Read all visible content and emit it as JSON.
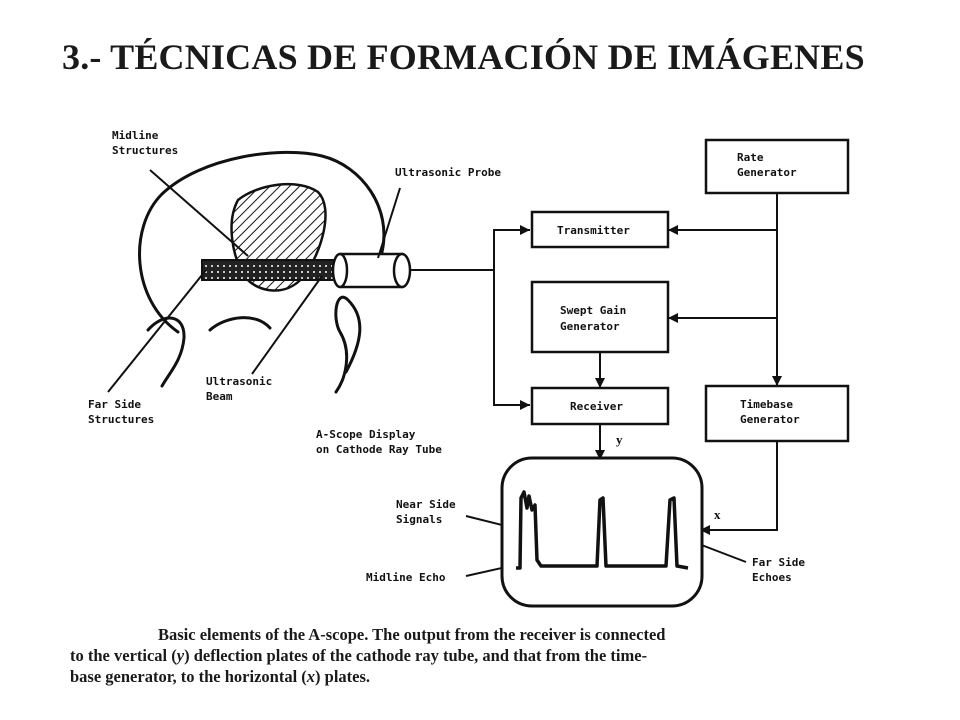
{
  "title": "3.- TÉCNICAS DE FORMACIÓN DE IMÁGENES",
  "labels": {
    "midline_1": "Midline",
    "midline_2": "Structures",
    "probe": "Ultrasonic Probe",
    "beam_1": "Ultrasonic",
    "beam_2": "Beam",
    "farside_1": "Far Side",
    "farside_2": "Structures",
    "ascope_1": "A-Scope Display",
    "ascope_2": "on Cathode Ray Tube",
    "near_1": "Near Side",
    "near_2": "Signals",
    "midecho": "Midline Echo",
    "farecho_1": "Far Side",
    "farecho_2": "Echoes"
  },
  "blocks": {
    "rate_1": "Rate",
    "rate_2": "Generator",
    "transmitter": "Transmitter",
    "swept_1": "Swept Gain",
    "swept_2": "Generator",
    "receiver": "Receiver",
    "timebase_1": "Timebase",
    "timebase_2": "Generator"
  },
  "axes": {
    "y": "y",
    "x": "x"
  },
  "caption": {
    "l1": "Basic elements of the A-scope. The output from the receiver is connected",
    "l2a": "to the vertical (",
    "l2y": "y",
    "l2b": ") deflection plates of the cathode ray tube, and that from the time-",
    "l3a": "base generator, to the horizontal (",
    "l3x": "x",
    "l3b": ") plates."
  }
}
